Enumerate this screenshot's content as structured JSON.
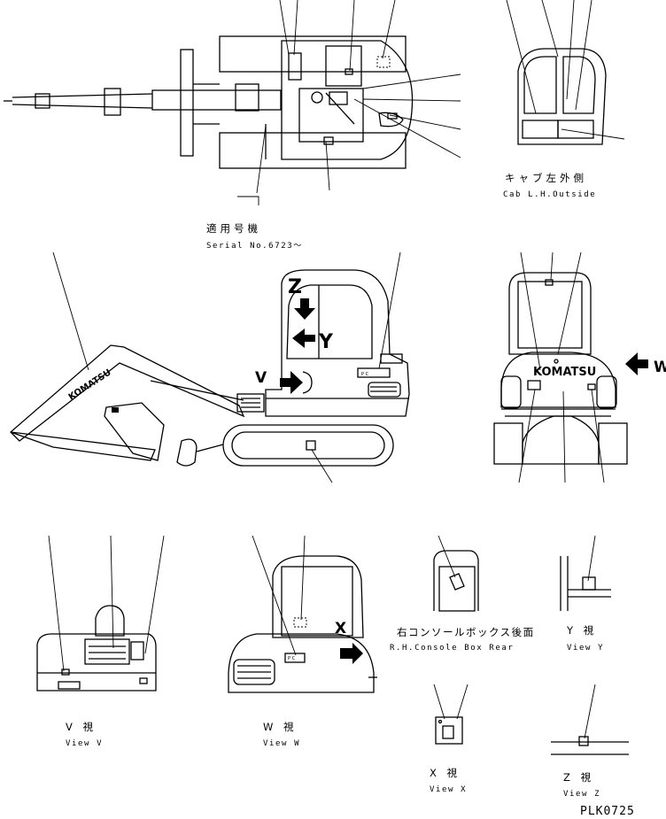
{
  "labels": {
    "serial_jp": "適用号機",
    "serial_en": "Serial No.6723～",
    "cab_jp": "キャブ左外側",
    "cab_en": "Cab L.H.Outside",
    "console_jp": "右コンソールボックス後面",
    "console_en": "R.H.Console Box Rear",
    "viewy_jp": "Y 視",
    "viewy_en": "View Y",
    "viewv_jp": "V 視",
    "viewv_en": "View V",
    "viewwl_jp": "W 視",
    "viewwl_en": "View W",
    "viewx_jp": "X 視",
    "viewx_en": "View X",
    "viewz_jp": "Z 視",
    "viewz_en": "View Z"
  },
  "markers": {
    "z": "Z",
    "y": "Y",
    "v": "V",
    "w": "W",
    "x": "X"
  },
  "brand": "KOMATSU",
  "plate": "P C",
  "drawing_code": "PLK0725"
}
